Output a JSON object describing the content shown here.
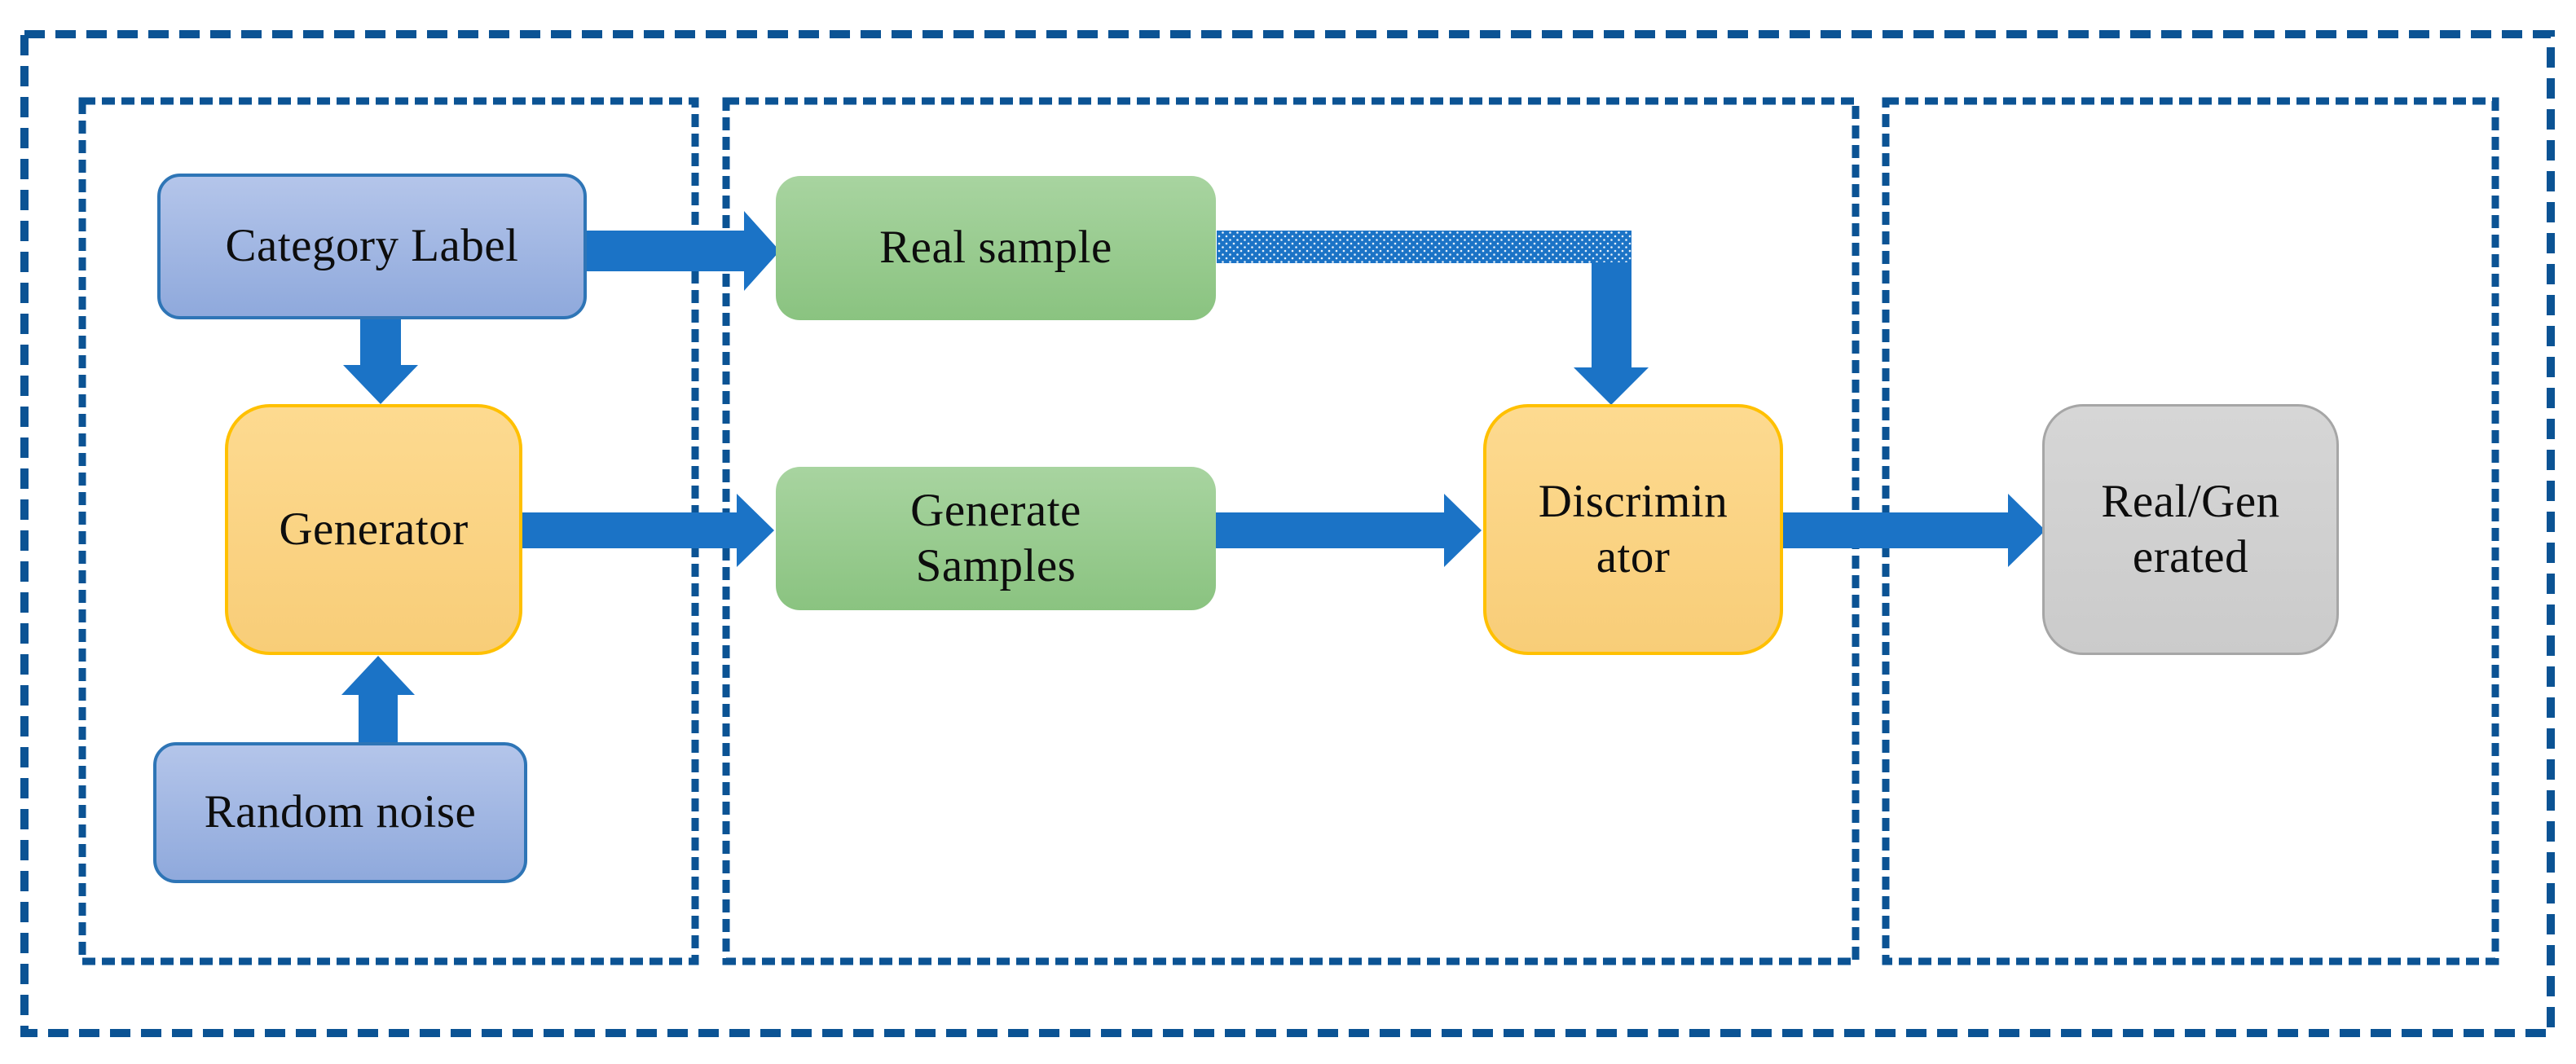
{
  "diagram": {
    "type": "flow-diagram",
    "subject": "Conditional GAN architecture",
    "nodes": {
      "category_label": {
        "label": "Category Label",
        "lines": [
          "Category Label"
        ],
        "scheme": "blue"
      },
      "generator": {
        "label": "Generator",
        "lines": [
          "Generator"
        ],
        "scheme": "yellow"
      },
      "random_noise": {
        "label": "Random noise",
        "lines": [
          "Random noise"
        ],
        "scheme": "blue"
      },
      "real_sample": {
        "label": "Real sample",
        "lines": [
          "Real sample"
        ],
        "scheme": "green"
      },
      "generate_samples": {
        "label": "Generate Samples",
        "lines": [
          "Generate",
          "Samples"
        ],
        "scheme": "green"
      },
      "discriminator": {
        "label": "Discriminator",
        "lines": [
          "Discrimin",
          "ator"
        ],
        "scheme": "yellow"
      },
      "real_generated": {
        "label": "Real/Generated",
        "lines": [
          "Real/Gen",
          "erated"
        ],
        "scheme": "gray"
      }
    },
    "edges": [
      {
        "from": "category_label",
        "to": "real_sample",
        "direction": "right",
        "style": "solid"
      },
      {
        "from": "category_label",
        "to": "generator",
        "direction": "down",
        "style": "solid"
      },
      {
        "from": "random_noise",
        "to": "generator",
        "direction": "up",
        "style": "solid"
      },
      {
        "from": "generator",
        "to": "generate_samples",
        "direction": "right",
        "style": "solid"
      },
      {
        "from": "generate_samples",
        "to": "discriminator",
        "direction": "right",
        "style": "solid"
      },
      {
        "from": "real_sample",
        "to": "discriminator",
        "direction": "right-then-down",
        "style": "dotted-elbow"
      },
      {
        "from": "discriminator",
        "to": "real_generated",
        "direction": "right",
        "style": "solid"
      }
    ],
    "groups": [
      {
        "id": "input-group",
        "contains": [
          "category_label",
          "generator",
          "random_noise"
        ]
      },
      {
        "id": "sample-group",
        "contains": [
          "real_sample",
          "generate_samples",
          "discriminator"
        ]
      },
      {
        "id": "output-group",
        "contains": [
          "real_generated"
        ]
      }
    ]
  },
  "colors": {
    "background": "#FFFFFF",
    "dash_blue": "#0B5394",
    "arrow_blue": "#1B73C6",
    "text": "#0D0D0D",
    "blue_top": "#B4C5EA",
    "blue_bottom": "#8FA9DC",
    "blue_border": "#2E75B6",
    "yellow_top": "#FDDA90",
    "yellow_bottom": "#F8CD78",
    "yellow_border": "#FFC000",
    "green_top": "#A8D4A0",
    "green_bottom": "#8AC380",
    "gray_top": "#D6D6D6",
    "gray_bottom": "#CBCBCB",
    "gray_border": "#A6A6A6"
  }
}
